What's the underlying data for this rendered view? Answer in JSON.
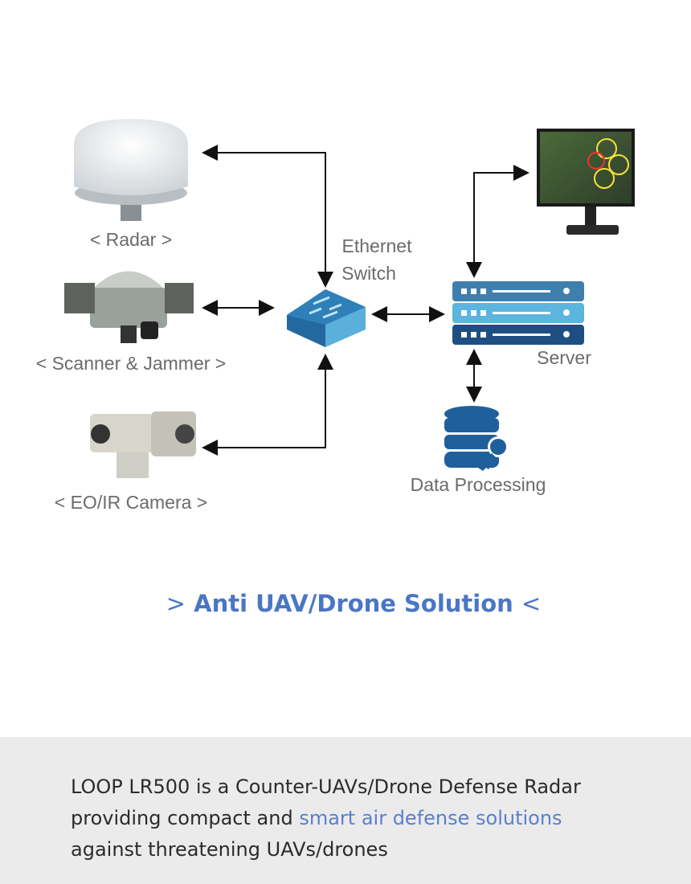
{
  "diagram": {
    "nodes": {
      "radar": "< Radar >",
      "scanner": "< Scanner & Jammer >",
      "camera": "< EO/IR Camera >",
      "switch_line1": "Ethernet",
      "switch_line2": "Switch",
      "server": "Server",
      "data_processing": "Data Processing"
    },
    "title_prefix": ">",
    "title": "Anti UAV/Drone Solution",
    "title_suffix": "<"
  },
  "description": {
    "text_before": "LOOP LR500 is a Counter-UAVs/Drone Defense Radar providing compact and ",
    "link": "smart air defense solutions",
    "text_after": " against threatening UAVs/drones"
  },
  "colors": {
    "accent": "#4a76c4",
    "link": "#5b7fcc",
    "panel": "#ebebeb"
  }
}
